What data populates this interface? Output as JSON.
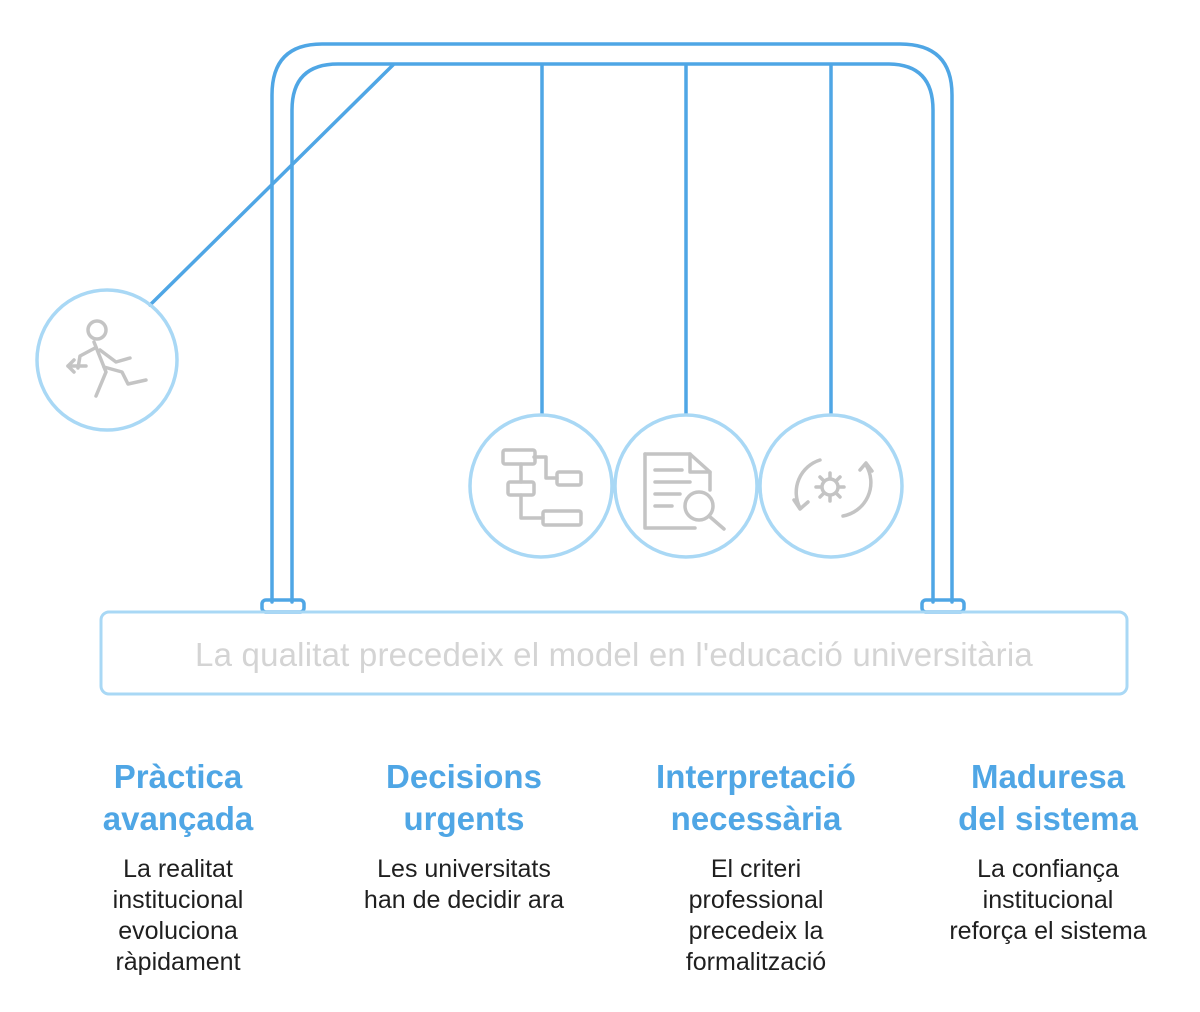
{
  "diagram": {
    "center_label": "La qualitat precedeix el model en l'educació universitària",
    "colors": {
      "frame": "#4fa6e5",
      "ball": "#a9d8f5",
      "icon": "#bdbdbd",
      "title": "#4fa6e5",
      "text": "#1f1f1f"
    }
  },
  "columns": [
    {
      "icon": "running-person-icon",
      "title_lines": [
        "Pràctica",
        "avançada"
      ],
      "desc_lines": [
        "La realitat",
        "institucional",
        "evoluciona",
        "ràpidament"
      ]
    },
    {
      "icon": "flowchart-icon",
      "title_lines": [
        "Decisions",
        "urgents"
      ],
      "desc_lines": [
        "Les universitats",
        "han de decidir ara"
      ]
    },
    {
      "icon": "document-search-icon",
      "title_lines": [
        "Interpretació",
        "necessària"
      ],
      "desc_lines": [
        "El criteri",
        "professional",
        "precedeix la",
        "formalització"
      ]
    },
    {
      "icon": "gear-cycle-icon",
      "title_lines": [
        "Maduresa",
        "del sistema"
      ],
      "desc_lines": [
        "La confiança",
        "institucional",
        "reforça el sistema"
      ]
    }
  ]
}
